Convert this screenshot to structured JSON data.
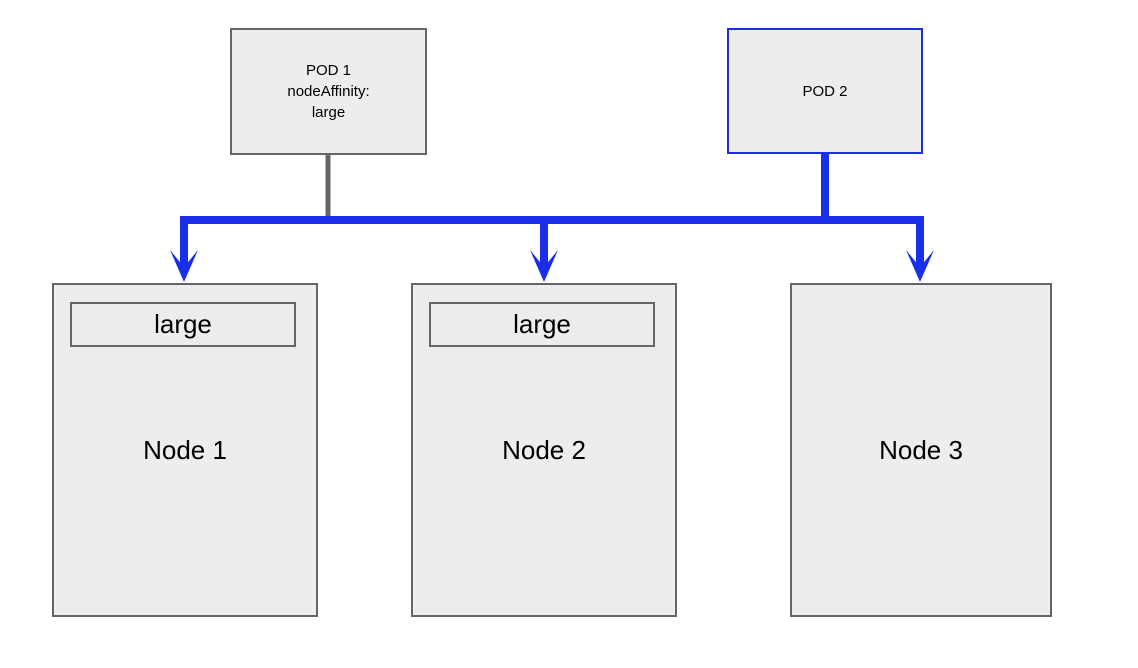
{
  "diagram": {
    "pods": {
      "pod1": {
        "line1": "POD 1",
        "line2": "nodeAffinity:",
        "line3": "large"
      },
      "pod2": {
        "label": "POD 2"
      }
    },
    "nodes": [
      {
        "label": "Node 1",
        "tag": "large"
      },
      {
        "label": "Node 2",
        "tag": "large"
      },
      {
        "label": "Node 3",
        "tag": null
      }
    ],
    "colors": {
      "background": "#ffffff",
      "box_fill": "#ededed",
      "box_border_gray": "#666666",
      "accent_blue": "#1c2fe8",
      "connector_gray": "#666666",
      "text": "#000000"
    }
  }
}
